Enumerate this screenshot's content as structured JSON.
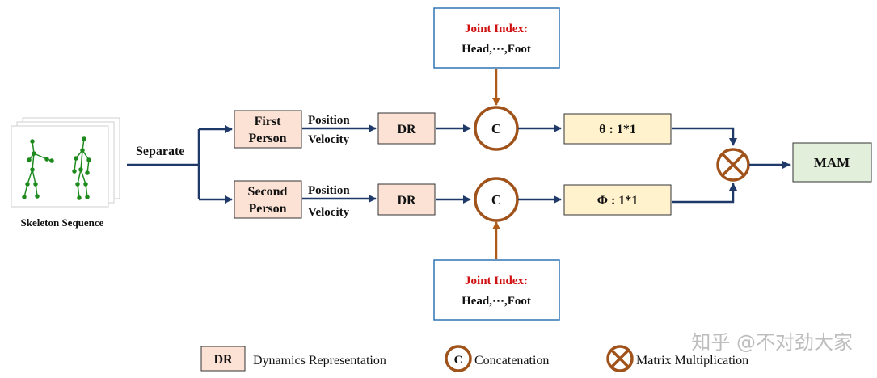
{
  "diagram": {
    "skeleton_label": "Skeleton Sequence",
    "separate_label": "Separate",
    "first_person": [
      "First",
      "Person"
    ],
    "second_person": [
      "Second",
      "Person"
    ],
    "position_label": "Position",
    "velocity_label": "Velocity",
    "dr_label": "DR",
    "concat_symbol": "C",
    "joint_index_title": "Joint Index:",
    "joint_index_value": "Head,⋯,Foot",
    "theta_box": "θ : 1*1",
    "phi_box": "Φ : 1*1",
    "output_label": "MAM"
  },
  "legend": {
    "dr_key": "DR",
    "dr_desc": "Dynamics Representation",
    "c_key": "C",
    "c_desc": "Concatenation",
    "x_desc": "Matrix Multiplication"
  },
  "watermark": "知乎 @不对劲大家",
  "colors": {
    "arrow_blue": "#1f3a68",
    "arrow_brown": "#b05a18",
    "box_peach": "#fbe2d5",
    "box_yellow": "#fff2cc",
    "box_green": "#e2efda",
    "joint_border": "#2e75b6",
    "circle_brown": "#a0521b",
    "skeleton_green": "#1e8a1e",
    "joint_title_red": "#d01010"
  }
}
